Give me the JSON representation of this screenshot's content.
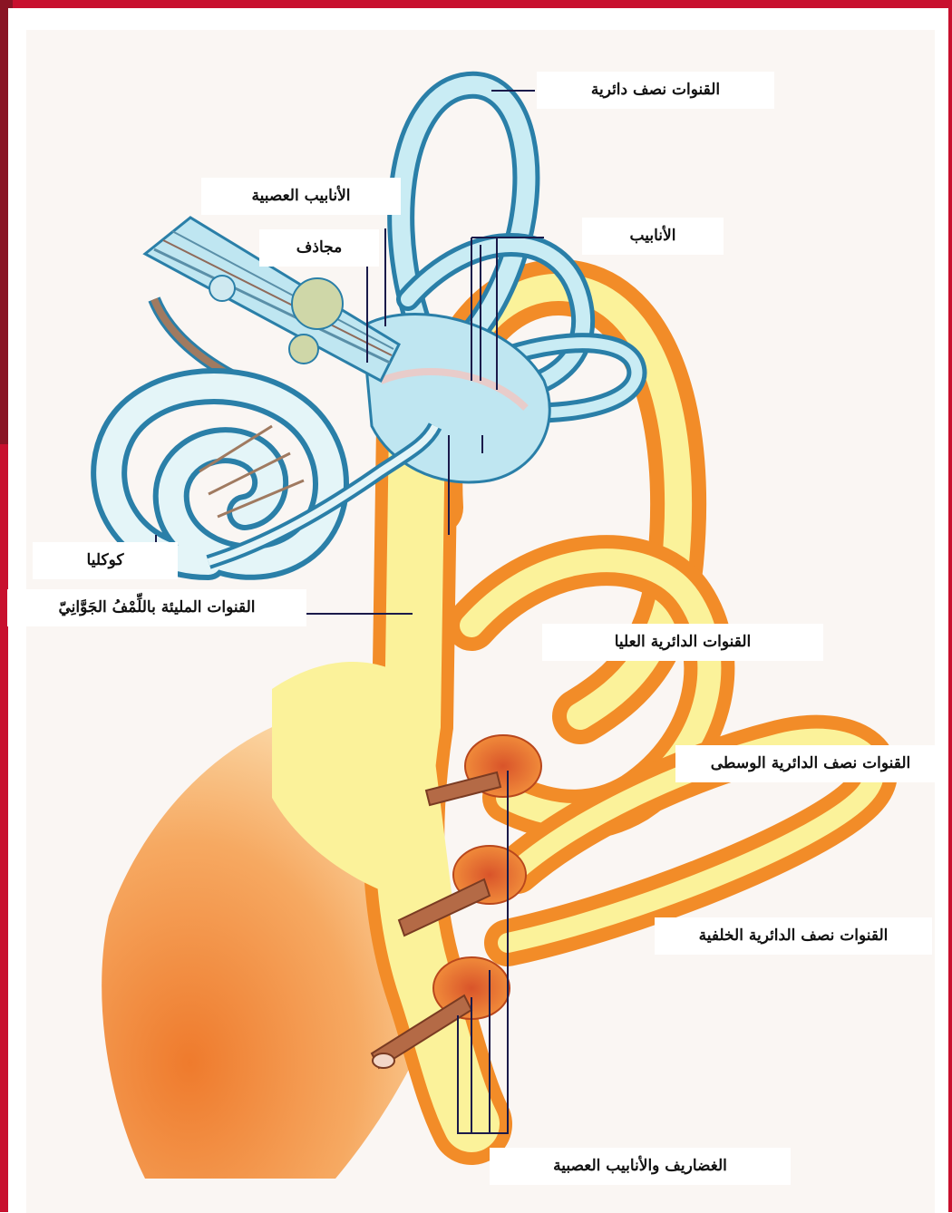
{
  "labels": {
    "semicircular_canals": "القنوات نصف دائرية",
    "neural_tubes": "الأنابيب العصبية",
    "tubes": "الأنابيب",
    "cavities": "مجاذف",
    "cochlea": "كوكليا",
    "perilymph_canals": "القنوات المليئة باللِّمْفُ الجَوَّانِيّ",
    "upper_canals": "القنوات الدائرية العليا",
    "middle_canals": "القنوات نصف الدائرية الوسطى",
    "posterior_canals": "القنوات نصف الدائرية الخلفية",
    "cartilage_and_neural_tubes": "الغضاريف والأنابيب العصبية"
  },
  "colors": {
    "frame": "#c8102e",
    "membranous": "#f28c28",
    "endolymph": "#fbf29a",
    "bony_labyrinth": "#9ad8e8",
    "bony_outline": "#2a7fa8",
    "nerve": "#b46a46",
    "leader_line": "#1a1a4a"
  }
}
